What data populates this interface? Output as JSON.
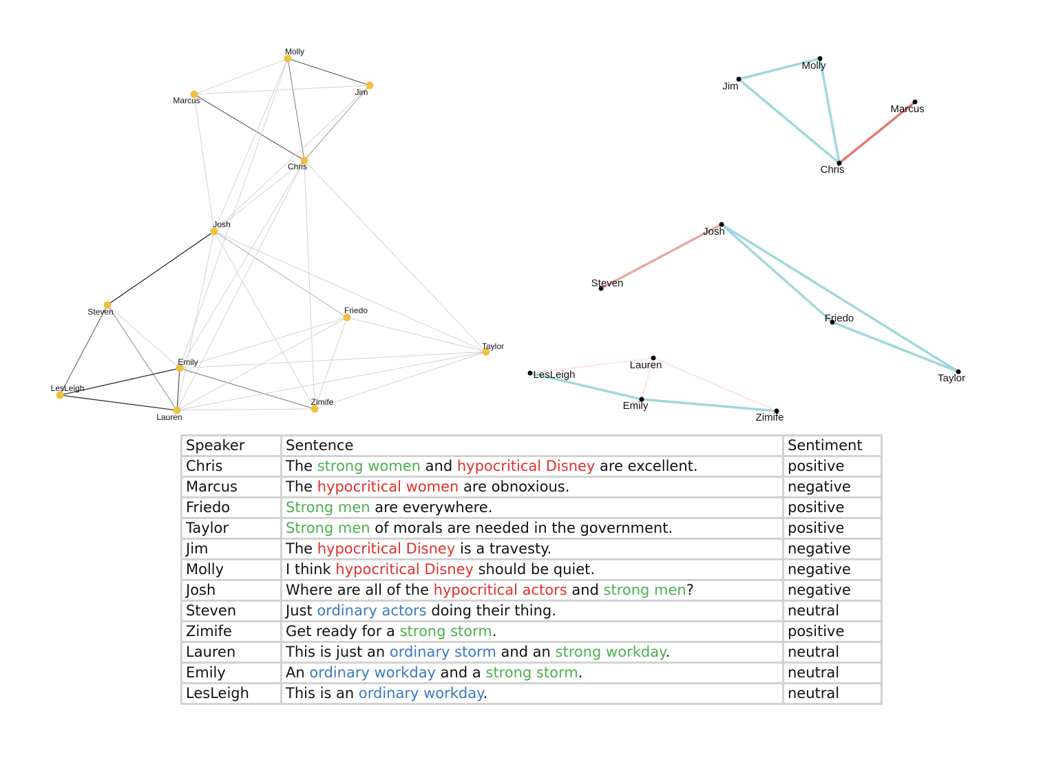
{
  "colors": {
    "node_left": "#f0c040",
    "node_right": "#000000",
    "edge_positive": "#9fd8dc",
    "edge_negative": "#e07a70",
    "text_green": "#4caf50",
    "text_red": "#e0302a",
    "text_blue": "#3a78c0"
  },
  "left_graph": {
    "nodes": [
      "Molly",
      "Marcus",
      "Jim",
      "Chris",
      "Josh",
      "Steven",
      "Friedo",
      "Taylor",
      "Emily",
      "LesLeigh",
      "Lauren",
      "Zimife"
    ],
    "edges": [
      [
        "Molly",
        "Marcus"
      ],
      [
        "Molly",
        "Jim"
      ],
      [
        "Molly",
        "Chris"
      ],
      [
        "Marcus",
        "Jim"
      ],
      [
        "Marcus",
        "Chris"
      ],
      [
        "Jim",
        "Chris"
      ],
      [
        "Jim",
        "Josh"
      ],
      [
        "Molly",
        "Josh"
      ],
      [
        "Marcus",
        "Josh"
      ],
      [
        "Chris",
        "Josh"
      ],
      [
        "Chris",
        "Emily"
      ],
      [
        "Chris",
        "Lauren"
      ],
      [
        "Chris",
        "Zimife"
      ],
      [
        "Chris",
        "Taylor"
      ],
      [
        "Molly",
        "Emily"
      ],
      [
        "Josh",
        "Steven"
      ],
      [
        "Josh",
        "Friedo"
      ],
      [
        "Josh",
        "Taylor"
      ],
      [
        "Josh",
        "Zimife"
      ],
      [
        "Josh",
        "Lauren"
      ],
      [
        "Steven",
        "LesLeigh"
      ],
      [
        "Steven",
        "Lauren"
      ],
      [
        "Steven",
        "Emily"
      ],
      [
        "LesLeigh",
        "Emily"
      ],
      [
        "LesLeigh",
        "Lauren"
      ],
      [
        "Emily",
        "Lauren"
      ],
      [
        "Emily",
        "Zimife"
      ],
      [
        "Emily",
        "Friedo"
      ],
      [
        "Emily",
        "Taylor"
      ],
      [
        "Lauren",
        "Zimife"
      ],
      [
        "Lauren",
        "Friedo"
      ],
      [
        "Lauren",
        "Taylor"
      ],
      [
        "Friedo",
        "Zimife"
      ],
      [
        "Friedo",
        "Taylor"
      ],
      [
        "Zimife",
        "Taylor"
      ]
    ]
  },
  "right_graph": {
    "nodes": [
      "Molly",
      "Jim",
      "Marcus",
      "Chris",
      "Josh",
      "Steven",
      "Friedo",
      "Taylor",
      "Lauren",
      "LesLeigh",
      "Emily",
      "Zimife"
    ],
    "edges": [
      {
        "from": "Jim",
        "to": "Molly",
        "sentiment": "positive"
      },
      {
        "from": "Molly",
        "to": "Chris",
        "sentiment": "positive"
      },
      {
        "from": "Jim",
        "to": "Chris",
        "sentiment": "positive"
      },
      {
        "from": "Chris",
        "to": "Marcus",
        "sentiment": "negative"
      },
      {
        "from": "Steven",
        "to": "Josh",
        "sentiment": "negative"
      },
      {
        "from": "Josh",
        "to": "Friedo",
        "sentiment": "positive"
      },
      {
        "from": "Josh",
        "to": "Taylor",
        "sentiment": "positive"
      },
      {
        "from": "Friedo",
        "to": "Taylor",
        "sentiment": "positive"
      },
      {
        "from": "LesLeigh",
        "to": "Emily",
        "sentiment": "positive"
      },
      {
        "from": "Emily",
        "to": "Zimife",
        "sentiment": "positive"
      },
      {
        "from": "LesLeigh",
        "to": "Lauren",
        "sentiment": "faint"
      },
      {
        "from": "Lauren",
        "to": "Emily",
        "sentiment": "faint"
      },
      {
        "from": "Lauren",
        "to": "Zimife",
        "sentiment": "faint"
      }
    ]
  },
  "table": {
    "headers": [
      "Speaker",
      "Sentence",
      "Sentiment"
    ],
    "rows": [
      {
        "speaker": "Chris",
        "sentence": [
          [
            "The ",
            ""
          ],
          [
            "strong women",
            "green"
          ],
          [
            " and ",
            ""
          ],
          [
            "hypocritical Disney",
            "red"
          ],
          [
            " are excellent.",
            ""
          ]
        ],
        "sentiment": "positive"
      },
      {
        "speaker": "Marcus",
        "sentence": [
          [
            "The ",
            ""
          ],
          [
            "hypocritical women",
            "red"
          ],
          [
            " are obnoxious.",
            ""
          ]
        ],
        "sentiment": "negative"
      },
      {
        "speaker": "Friedo",
        "sentence": [
          [
            "Strong men",
            "green"
          ],
          [
            " are everywhere.",
            ""
          ]
        ],
        "sentiment": "positive"
      },
      {
        "speaker": "Taylor",
        "sentence": [
          [
            "Strong men",
            "green"
          ],
          [
            " of morals are needed in the government.",
            ""
          ]
        ],
        "sentiment": "positive"
      },
      {
        "speaker": "Jim",
        "sentence": [
          [
            "The ",
            ""
          ],
          [
            "hypocritical Disney",
            "red"
          ],
          [
            " is a travesty.",
            ""
          ]
        ],
        "sentiment": "negative"
      },
      {
        "speaker": "Molly",
        "sentence": [
          [
            "I think ",
            ""
          ],
          [
            "hypocritical Disney",
            "red"
          ],
          [
            " should be quiet.",
            ""
          ]
        ],
        "sentiment": "negative"
      },
      {
        "speaker": "Josh",
        "sentence": [
          [
            "Where are all of the ",
            ""
          ],
          [
            "hypocritical actors",
            "red"
          ],
          [
            " and ",
            ""
          ],
          [
            "strong men",
            "green"
          ],
          [
            "?",
            ""
          ]
        ],
        "sentiment": "negative"
      },
      {
        "speaker": "Steven",
        "sentence": [
          [
            "Just ",
            ""
          ],
          [
            "ordinary actors",
            "blue"
          ],
          [
            " doing their thing.",
            ""
          ]
        ],
        "sentiment": "neutral"
      },
      {
        "speaker": "Zimife",
        "sentence": [
          [
            "Get ready for a ",
            ""
          ],
          [
            "strong storm",
            "green"
          ],
          [
            ".",
            ""
          ]
        ],
        "sentiment": "positive"
      },
      {
        "speaker": "Lauren",
        "sentence": [
          [
            "This is just an ",
            ""
          ],
          [
            "ordinary storm",
            "blue"
          ],
          [
            " and an ",
            ""
          ],
          [
            "strong workday",
            "green"
          ],
          [
            ".",
            ""
          ]
        ],
        "sentiment": "neutral"
      },
      {
        "speaker": "Emily",
        "sentence": [
          [
            "An ",
            ""
          ],
          [
            "ordinary workday",
            "blue"
          ],
          [
            " and a ",
            ""
          ],
          [
            "strong storm",
            "green"
          ],
          [
            ".",
            ""
          ]
        ],
        "sentiment": "neutral"
      },
      {
        "speaker": "LesLeigh",
        "sentence": [
          [
            "This is an ",
            ""
          ],
          [
            "ordinary workday",
            "blue"
          ],
          [
            ".",
            ""
          ]
        ],
        "sentiment": "neutral"
      }
    ]
  }
}
